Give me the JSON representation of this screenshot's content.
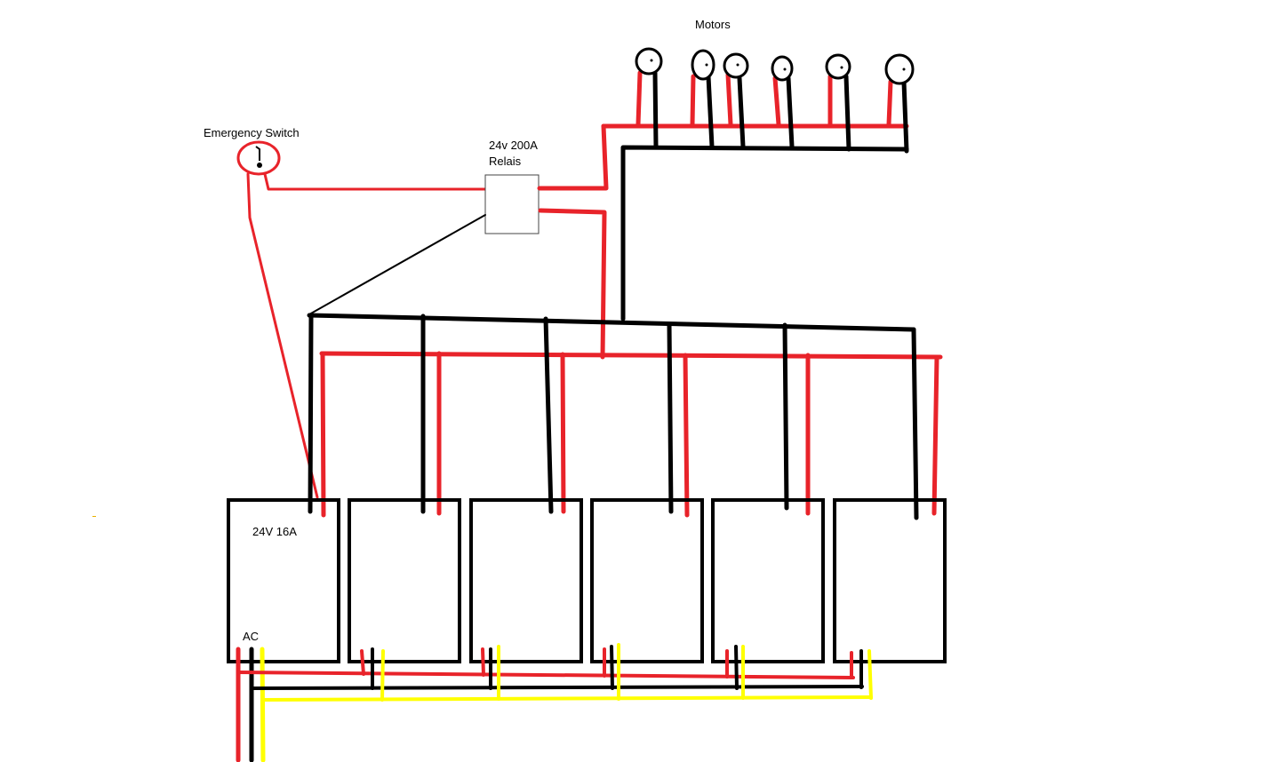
{
  "labels": {
    "motors": "Motors",
    "emergency_switch": "Emergency Switch",
    "relay_line1": "24v 200A",
    "relay_line2": "Relais",
    "psu": "24V 16A",
    "ac": "AC"
  },
  "counts": {
    "motors": 6,
    "power_supplies": 6
  },
  "colors": {
    "positive_wire": "#e8232a",
    "negative_wire": "#000000",
    "ac_live": "#e8232a",
    "ac_neutral": "#000000",
    "ac_earth": "#ffff00",
    "background": "#ffffff"
  }
}
